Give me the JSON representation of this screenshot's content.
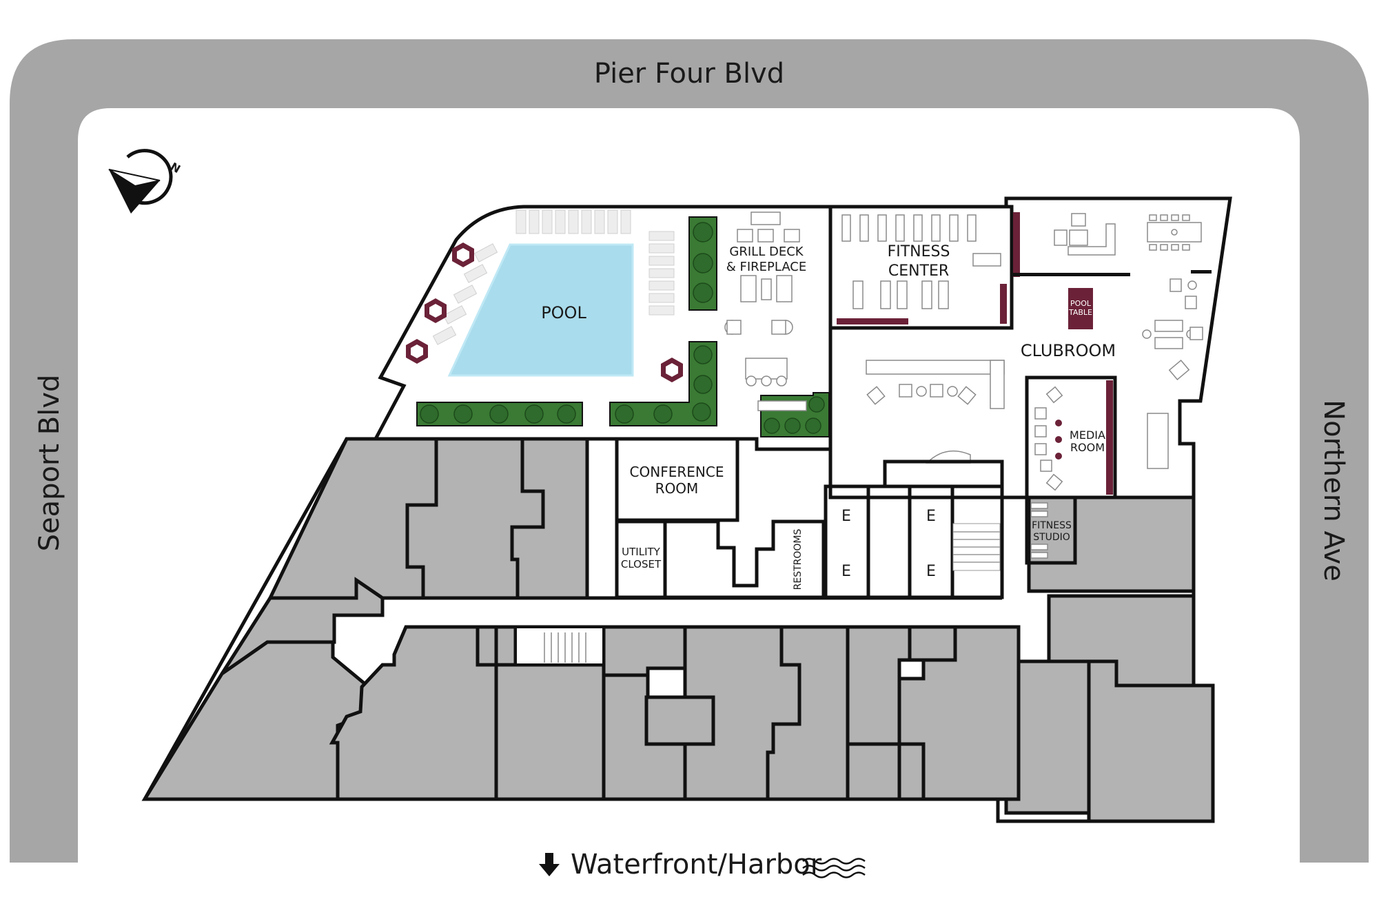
{
  "streets": {
    "north": "Pier Four Blvd",
    "west": "Seaport Blvd",
    "east": "Northern Ave",
    "south": "Waterfront/Harbor"
  },
  "compass": {
    "letter": "N",
    "icon": "north-arrow-compass-icon"
  },
  "rooms": {
    "pool": "POOL",
    "grill_line1": "GRILL DECK",
    "grill_line2": "& FIREPLACE",
    "fitness_line1": "FITNESS",
    "fitness_line2": "CENTER",
    "clubroom": "CLUBROOM",
    "pool_table_line1": "POOL",
    "pool_table_line2": "TABLE",
    "media_line1": "MEDIA",
    "media_line2": "ROOM",
    "conference_line1": "CONFERENCE",
    "conference_line2": "ROOM",
    "utility_line1": "UTILITY",
    "utility_line2": "CLOSET",
    "restrooms": "RESTROOMS",
    "fitness_studio_line1": "FITNESS",
    "fitness_studio_line2": "STUDIO",
    "elevator": "E"
  },
  "colors": {
    "road": "#a6a6a6",
    "unit": "#b3b3b3",
    "pool_water": "#a9dcec",
    "accent_maroon": "#6b2238",
    "planter_green": "#3a7a34"
  },
  "icons": [
    "down-arrow-icon",
    "water-waves-icon",
    "hexagon-fire-pit-icon",
    "stair-icon"
  ]
}
